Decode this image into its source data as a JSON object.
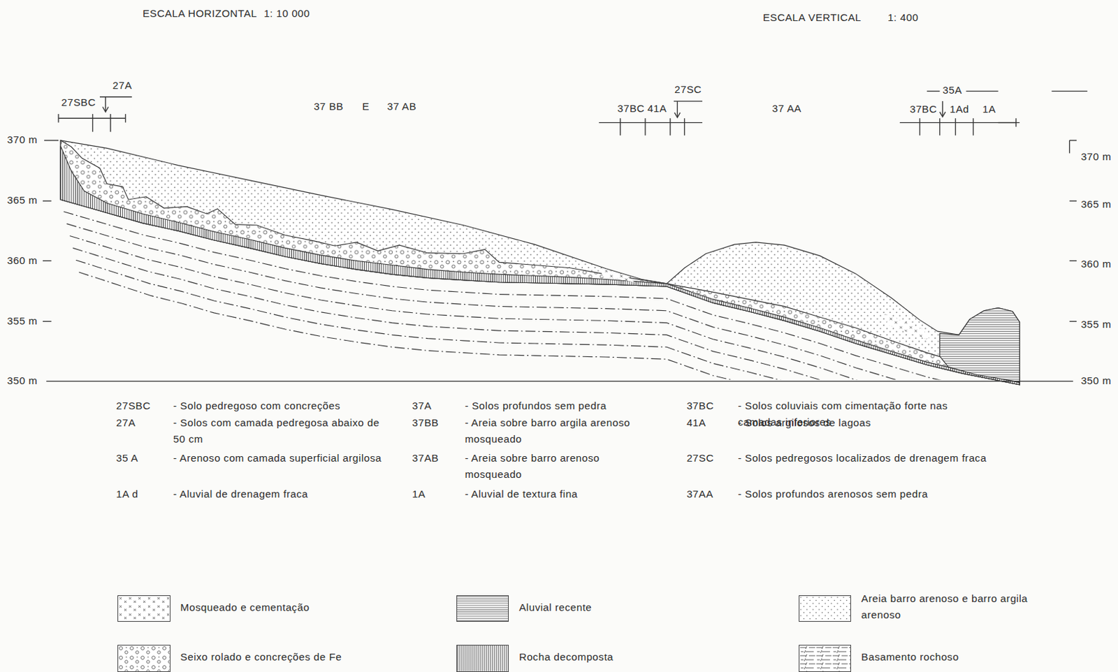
{
  "diagram": {
    "labels": [
      "ESCALA HORIZONTAL",
      "1: 10 000",
      "ESCALA VERTICAL",
      "1: 400",
      "27SBC",
      "27A",
      "37 BB",
      "E",
      "37 AB",
      "37BC",
      "41A",
      "27SC",
      "37 AA",
      "35A",
      "37BC",
      "1Ad",
      "1A",
      "370 m",
      "365 m",
      "360 m",
      "355 m",
      "350 m",
      "370 m",
      "365 m",
      "360 m",
      "355 m",
      "350 m",
      "27SBC",
      "- Solo pedregoso com concreções",
      "27A",
      "- Solos com camada pedregosa abaixo de 50 cm",
      "35 A",
      "- Arenoso com camada superficial argilosa",
      "1A d",
      "- Aluvial de drenagem fraca",
      "37A",
      "- Solos profundos sem pedra",
      "37BB",
      "- Areia sobre barro argila arenoso mosqueado",
      "37AB",
      "- Areia sobre barro arenoso mosqueado",
      "1A",
      "- Aluvial de textura fina",
      "37BC",
      "- Solos coluviais com cimentação forte nas camadas inferiores",
      "41A",
      "- Solos argilosos de lagoas",
      "27SC",
      "- Solos pedregosos localizados de drenagem fraca",
      "37AA",
      "- Solos profundos arenosos sem pedra"
    ],
    "legend": [
      {
        "text": "Mosqueado e cementação"
      },
      {
        "text": "Seixo rolado e concreções de Fe"
      },
      {
        "text": "Aluvial recente"
      },
      {
        "text": "Rocha decomposta"
      },
      {
        "text": "Areia barro arenoso e barro argila arenoso"
      },
      {
        "text": "Basamento rochoso"
      }
    ]
  }
}
